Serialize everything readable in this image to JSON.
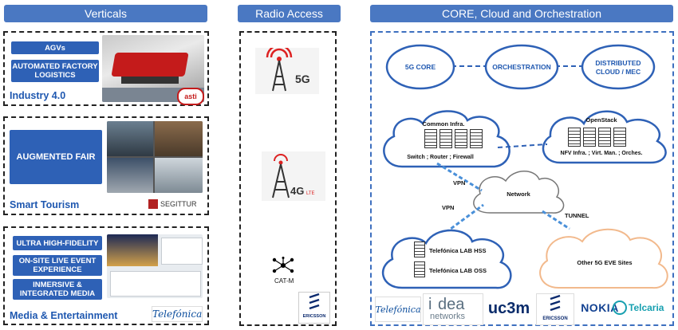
{
  "headers": {
    "verticals": "Verticals",
    "radio": "Radio Access",
    "core": "CORE, Cloud and Orchestration"
  },
  "verticals": {
    "industry": {
      "label": "Industry 4.0",
      "pills": [
        "AGVs",
        "AUTOMATED FACTORY\nLOGISTICS"
      ],
      "logo": "asti"
    },
    "tourism": {
      "label": "Smart Tourism",
      "pills": [
        "AUGMENTED FAIR"
      ],
      "logo": "SEGITTUR"
    },
    "media": {
      "label": "Media & Entertainment",
      "pills": [
        "ULTRA HIGH-FIDELITY",
        "ON-SITE LIVE EVENT\nEXPERIENCE",
        "INMERSIVE &\nINTEGRATED MEDIA"
      ],
      "logo": "Telefónica"
    }
  },
  "radio": {
    "g5": "5G",
    "g4": "4G",
    "g4_sub": "LTE",
    "catm": "CAT-M",
    "ericsson": "ERICSSON"
  },
  "core": {
    "ellipses": [
      "5G CORE",
      "ORCHESTRATION",
      "DISTRIBUTED\nCLOUD / MEC"
    ],
    "common": {
      "title": "Common Infra.",
      "caption": "Switch ; Router ; Firewall"
    },
    "openstack": {
      "title": "OpenStack",
      "caption": "NFV Infra. ; Virt. Man. ; Orches."
    },
    "network": "Network",
    "vpn1": "VPN",
    "vpn2": "VPN",
    "tunnel": "TUNNEL",
    "lab": [
      "Telefónica LAB HSS",
      "Telefónica LAB OSS"
    ],
    "other": "Other 5G EVE Sites"
  },
  "partners": {
    "telefonica": "Telefónica",
    "idea_top": "i",
    "idea_mid": "dea",
    "idea_bottom": "networks",
    "uc3m": "uc3m",
    "ericsson": "ERICSSON",
    "nokia": "NOKIA",
    "telcaria": "Telcaria"
  },
  "colors": {
    "header": "#4a78c2",
    "pill": "#2e61b6",
    "label": "#1f58b0",
    "cloud_stroke": "#2e61b6",
    "other_stroke": "#f2b98c"
  }
}
